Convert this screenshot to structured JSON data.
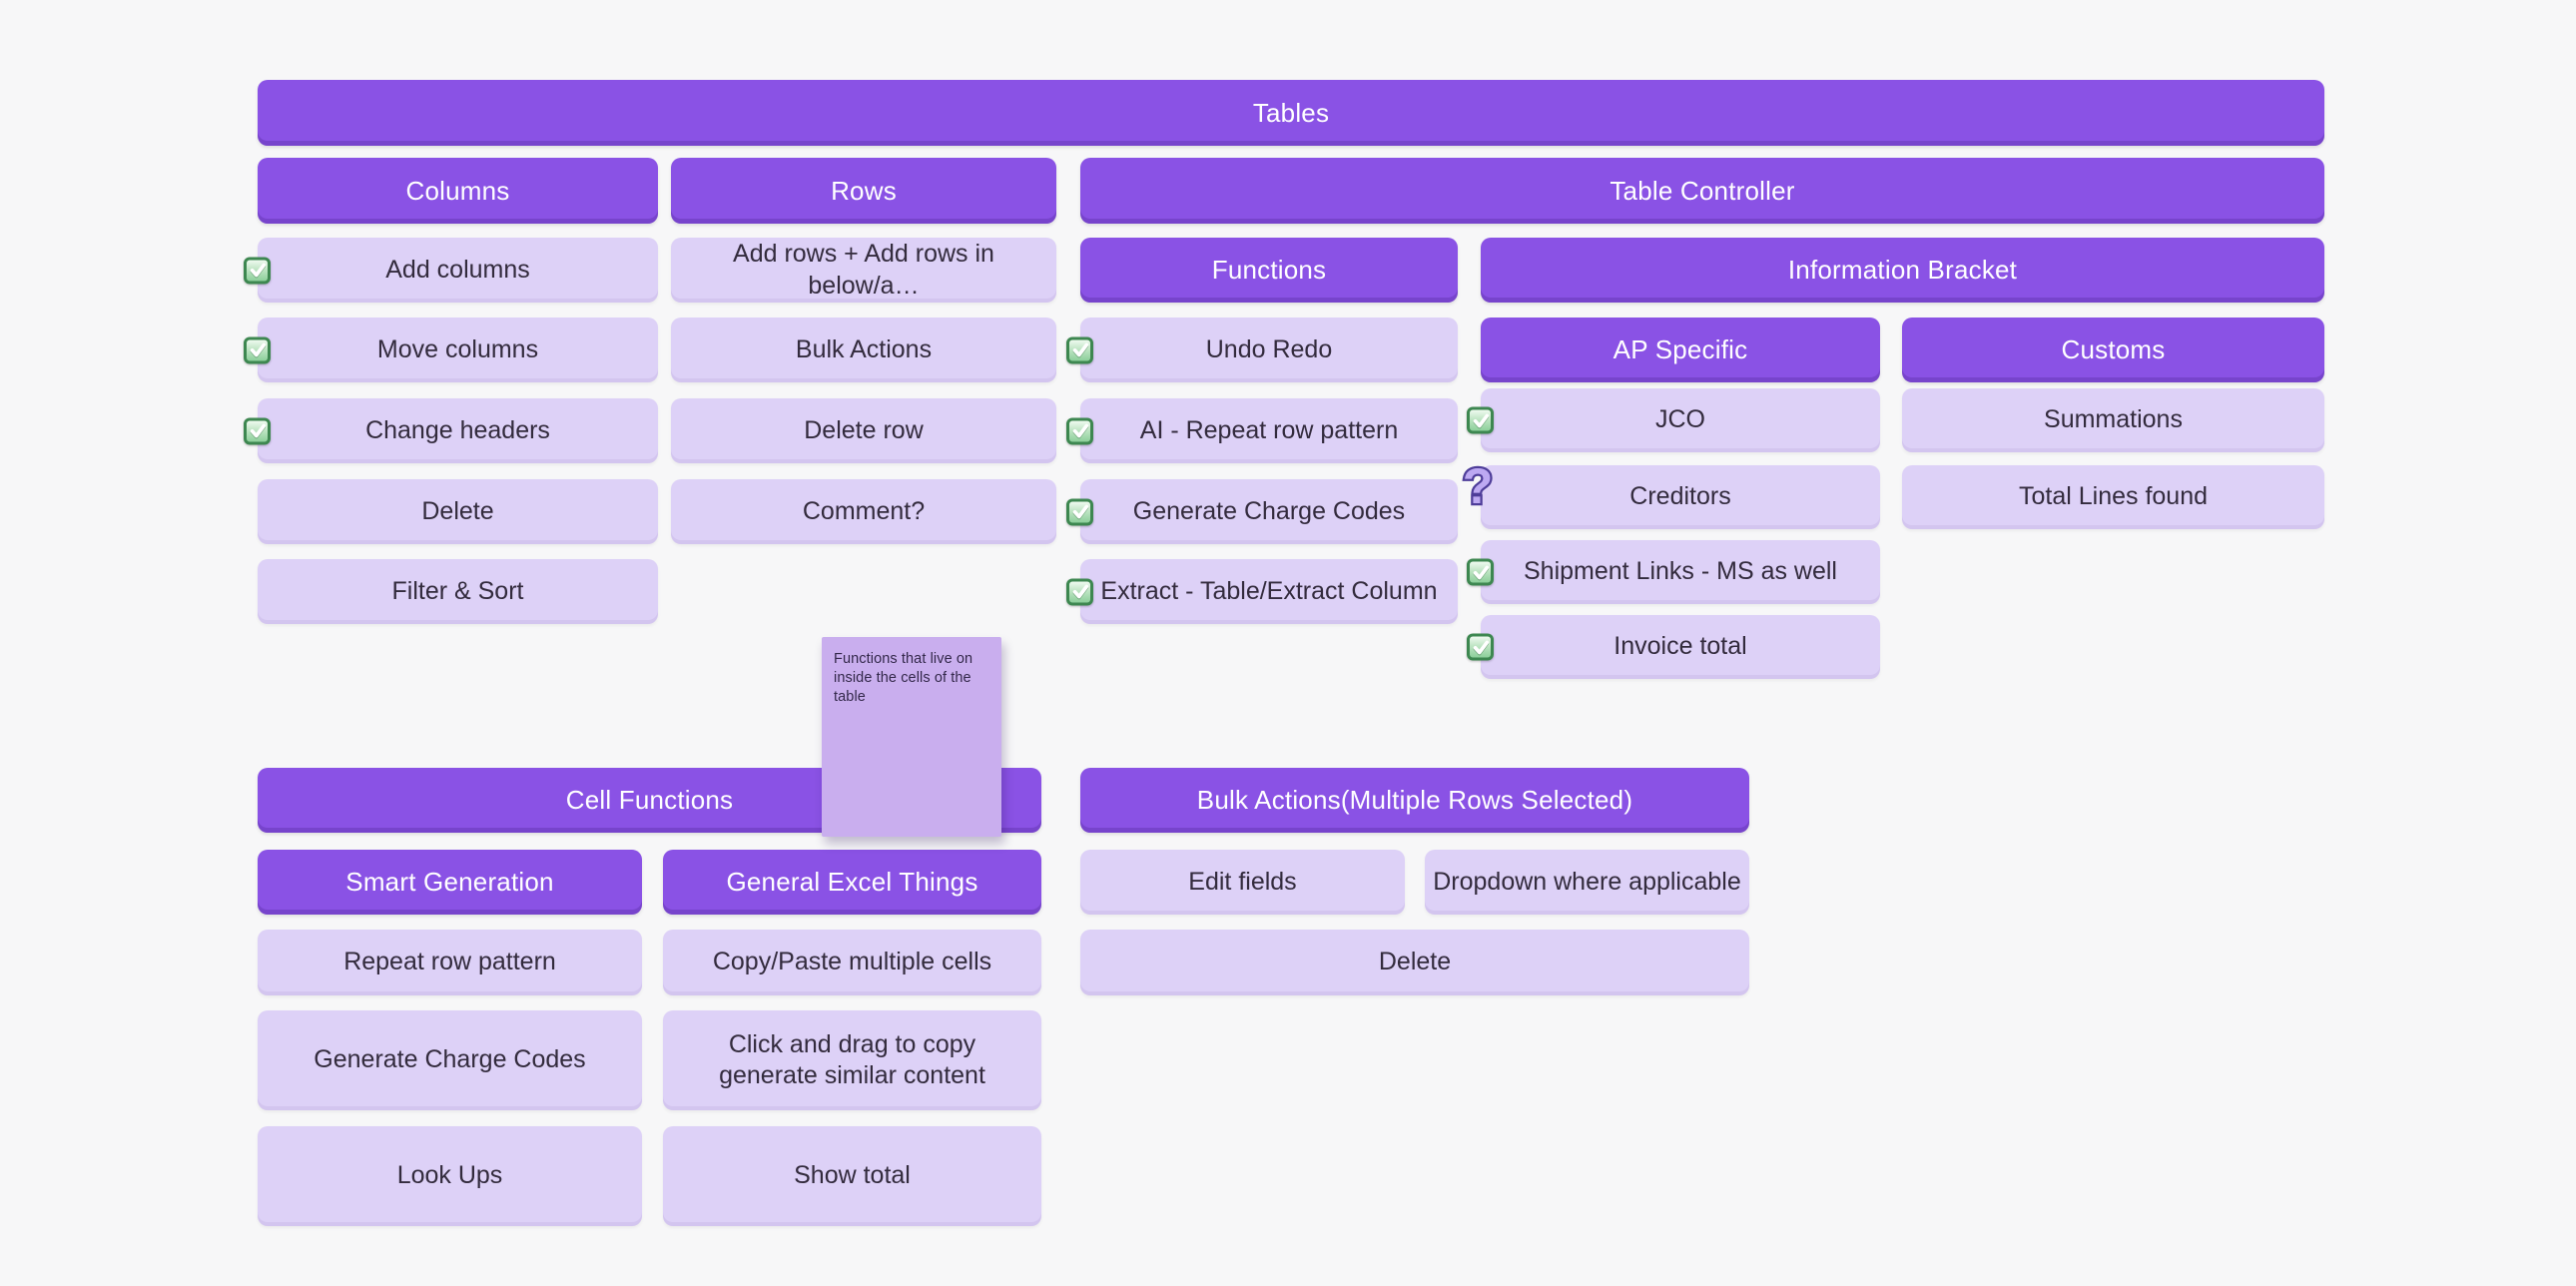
{
  "board": {
    "root": {
      "label": "Tables"
    },
    "columns": {
      "header": "Columns",
      "items": [
        {
          "label": "Add columns",
          "checked": true
        },
        {
          "label": "Move columns",
          "checked": true
        },
        {
          "label": "Change headers",
          "checked": true
        },
        {
          "label": "Delete",
          "checked": false
        },
        {
          "label": "Filter & Sort",
          "checked": false
        }
      ]
    },
    "rows": {
      "header": "Rows",
      "items": [
        {
          "label": "Add rows + Add rows in below/a…",
          "checked": false
        },
        {
          "label": "Bulk Actions",
          "checked": false
        },
        {
          "label": "Delete row",
          "checked": false
        },
        {
          "label": "Comment?",
          "checked": false
        }
      ]
    },
    "table_controller": {
      "header": "Table Controller",
      "functions": {
        "header": "Functions",
        "items": [
          {
            "label": "Undo Redo",
            "checked": true
          },
          {
            "label": "AI - Repeat row pattern",
            "checked": true
          },
          {
            "label": "Generate Charge Codes",
            "checked": true
          },
          {
            "label": "Extract - Table/Extract Column",
            "checked": true
          }
        ]
      },
      "information_bracket": {
        "header": "Information Bracket",
        "ap_specific": {
          "header": "AP Specific",
          "items": [
            {
              "label": "JCO",
              "checked": true
            },
            {
              "label": "Creditors",
              "question": true
            },
            {
              "label": "Shipment Links - MS as well",
              "checked": true
            },
            {
              "label": "Invoice total",
              "checked": true
            }
          ]
        },
        "customs": {
          "header": "Customs",
          "items": [
            {
              "label": "Summations",
              "checked": false
            },
            {
              "label": "Total Lines found",
              "checked": false
            }
          ]
        }
      }
    },
    "sticky_note": {
      "text": "Functions that live on inside the cells of the table"
    },
    "cell_functions": {
      "header": "Cell Functions",
      "smart_generation": {
        "header": "Smart Generation",
        "items": [
          {
            "label": "Repeat row pattern"
          },
          {
            "label": "Generate Charge Codes"
          },
          {
            "label": "Look Ups"
          }
        ]
      },
      "general_excel_things": {
        "header": "General Excel Things",
        "items": [
          {
            "label": "Copy/Paste multiple cells"
          },
          {
            "label": "Click and drag to copy generate similar content"
          },
          {
            "label": "Show total"
          }
        ]
      }
    },
    "bulk_actions": {
      "header": "Bulk Actions(Multiple Rows Selected)",
      "items": [
        {
          "label": "Edit fields"
        },
        {
          "label": "Dropdown where applicable"
        },
        {
          "label": "Delete"
        }
      ]
    }
  },
  "colors": {
    "header_purple": "#8a52e5",
    "item_lavender": "#ddd1f7",
    "sticky_note": "#c9aeee",
    "background": "#f7f7f8",
    "checkbox_green": "#3d8750",
    "question_purple": "#4e3d99",
    "text_dark": "#332b3d",
    "text_on_purple": "#ffffff"
  },
  "icons": {
    "checkbox": "checked-checkbox-icon",
    "question": "question-mark-icon"
  }
}
